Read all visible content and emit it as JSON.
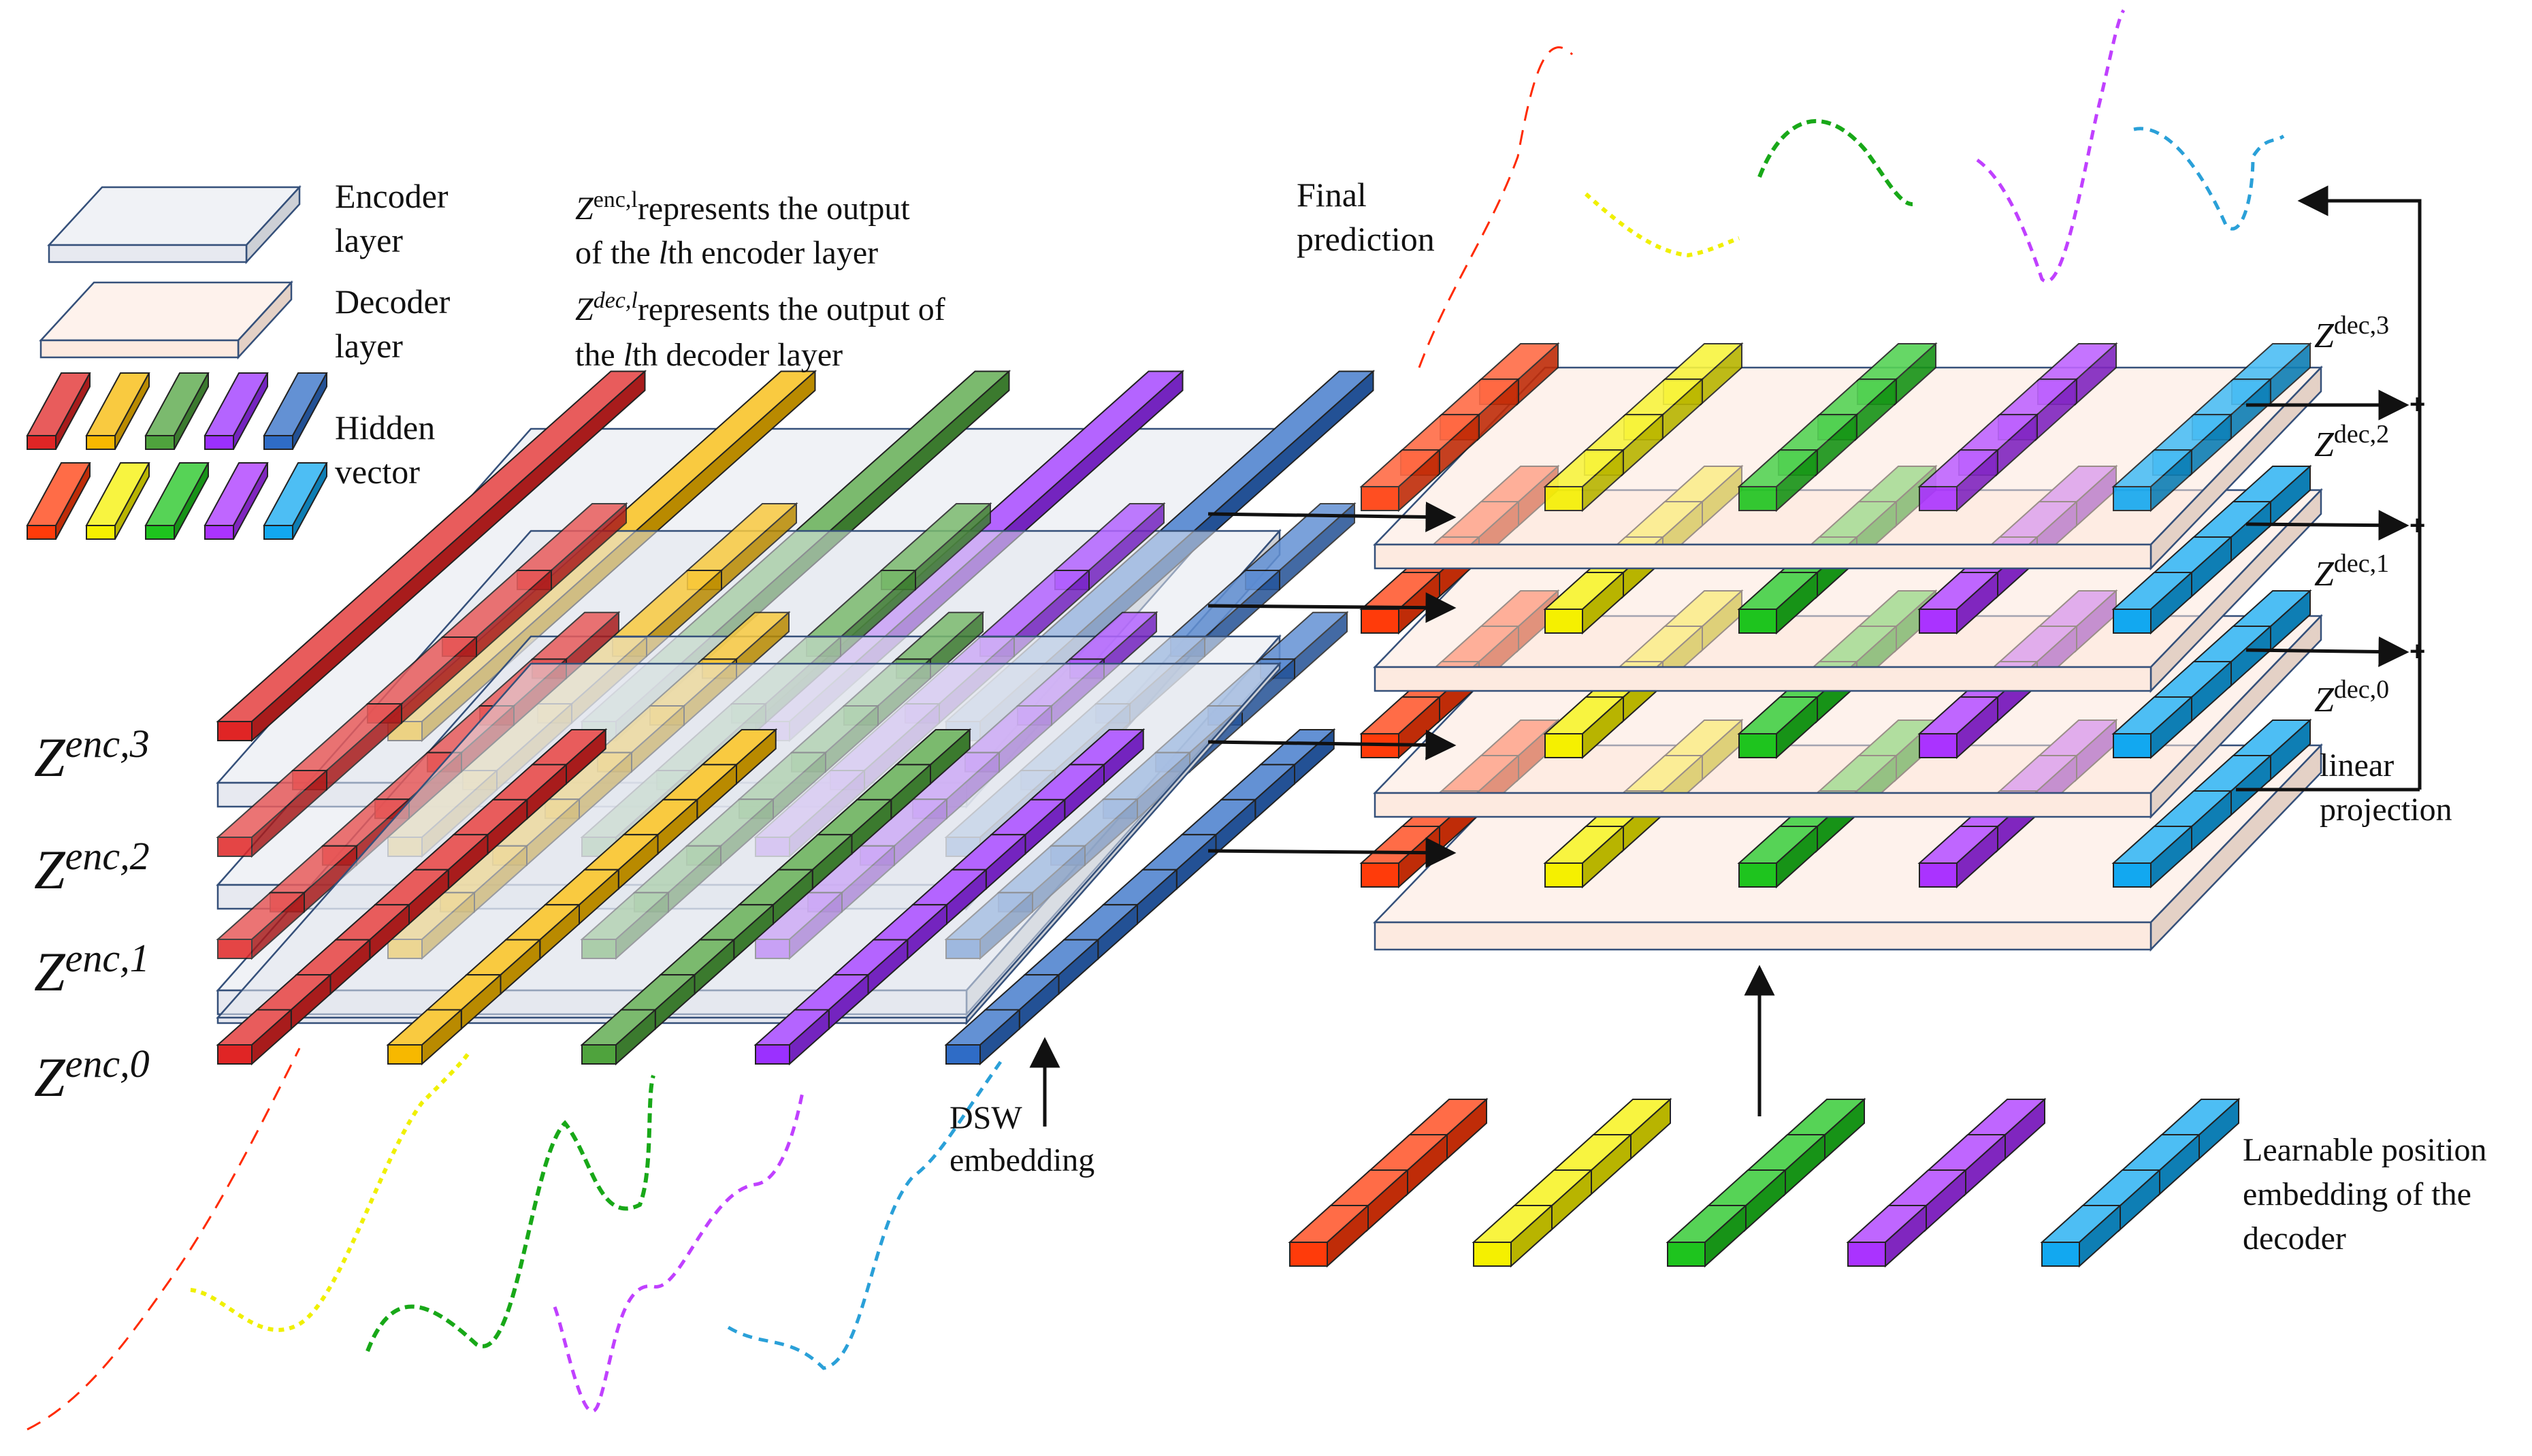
{
  "legend": {
    "encoder_label": "Encoder layer",
    "encoder_line1": "Encoder",
    "encoder_line2": "layer",
    "decoder_line1": "Decoder",
    "decoder_line2": "layer",
    "hidden_line1": "Hidden",
    "hidden_line2": "vector"
  },
  "notes": {
    "enc_sym": "Z",
    "enc_sup": "enc,l",
    "enc_text_1": "represents the output",
    "enc_text_2": "of the ",
    "enc_text_2_l": "l",
    "enc_text_2_end": "th encoder layer",
    "dec_sym": "Z",
    "dec_sup": "dec,l",
    "dec_text_1": "represents the output of",
    "dec_text_2": "the ",
    "dec_text_2_l": "l",
    "dec_text_2_end": "th decoder layer"
  },
  "encoder_labels": [
    {
      "sym": "Z",
      "sup": "enc,3"
    },
    {
      "sym": "Z",
      "sup": "enc,2"
    },
    {
      "sym": "Z",
      "sup": "enc,1"
    },
    {
      "sym": "Z",
      "sup": "enc,0"
    }
  ],
  "decoder_labels": [
    {
      "sym": "Z",
      "sup": "dec,3"
    },
    {
      "sym": "Z",
      "sup": "dec,2"
    },
    {
      "sym": "Z",
      "sup": "dec,1"
    },
    {
      "sym": "Z",
      "sup": "dec,0"
    }
  ],
  "texts": {
    "final_1": "Final",
    "final_2": "prediction",
    "dsw_1": "DSW",
    "dsw_2": "embedding",
    "linear_1": "linear",
    "linear_2": "projection",
    "lpe_1": "Learnable position",
    "lpe_2": "embedding of the",
    "lpe_3": "decoder"
  },
  "colors": {
    "enc_vectors": [
      "#e02525",
      "#f7b800",
      "#4fa33d",
      "#9b30ff",
      "#2f6cc6"
    ],
    "dec_vectors": [
      "#ff3b0a",
      "#f5f000",
      "#1ec41e",
      "#aa33ff",
      "#12a8f0"
    ],
    "encoder_layer": "#e4e7ee",
    "decoder_layer": "#fde8dc",
    "series": [
      "#ff2a00",
      "#f0f000",
      "#18a818",
      "#c040ff",
      "#2aa0d8"
    ]
  }
}
